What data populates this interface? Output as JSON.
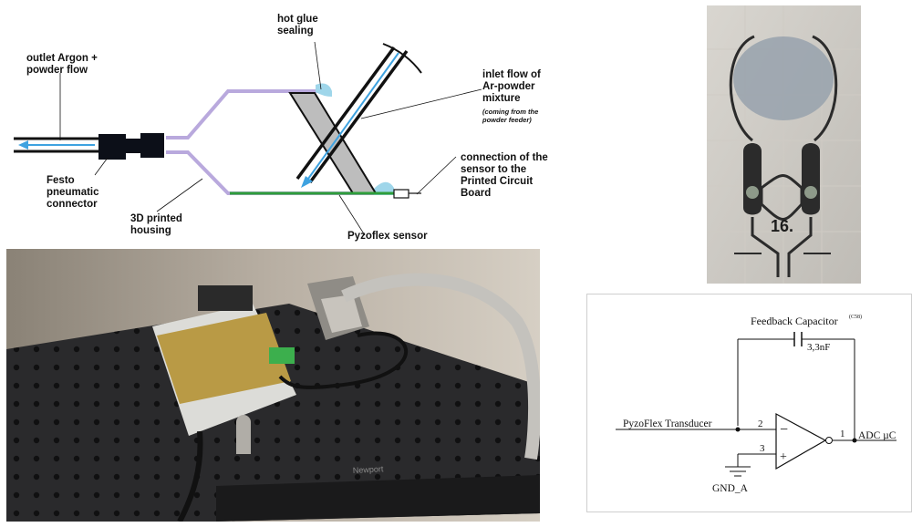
{
  "diagram": {
    "labels": {
      "outlet": [
        "outlet Argon +",
        "powder flow"
      ],
      "glue": [
        "hot glue",
        "sealing"
      ],
      "inlet": [
        "inlet flow of",
        "Ar-powder",
        "mixture"
      ],
      "inlet_note": [
        "(coming from the",
        "powder feeder)"
      ],
      "connection": [
        "connection of the",
        "sensor to the",
        "Printed Circuit",
        "Board"
      ],
      "festo": [
        "Festo",
        "pneumatic",
        "connector"
      ],
      "housing": [
        "3D printed",
        "housing"
      ],
      "sensor": "Pyzoflex sensor"
    },
    "colors": {
      "housing": "#b9a9dd",
      "glue": "#9fd6ea",
      "flow": "#3ea2e0",
      "sensor_line": "#2e9e3a",
      "blade": "#bdbdbd"
    }
  },
  "sensor_photo": {
    "label": "16."
  },
  "circuit": {
    "feedback_label": "Feedback Capacitor",
    "feedback_ref": "(C58)",
    "cap_value": "3,3nF",
    "input_label": "PyzoFlex Transducer",
    "output_label": "ADC µC",
    "ground_label": "GND_A",
    "pins": {
      "inv": "2",
      "noninv": "3",
      "out": "1"
    },
    "signs": {
      "minus": "−",
      "plus": "+"
    }
  },
  "device_photo": {
    "brand_text": "Newport"
  }
}
